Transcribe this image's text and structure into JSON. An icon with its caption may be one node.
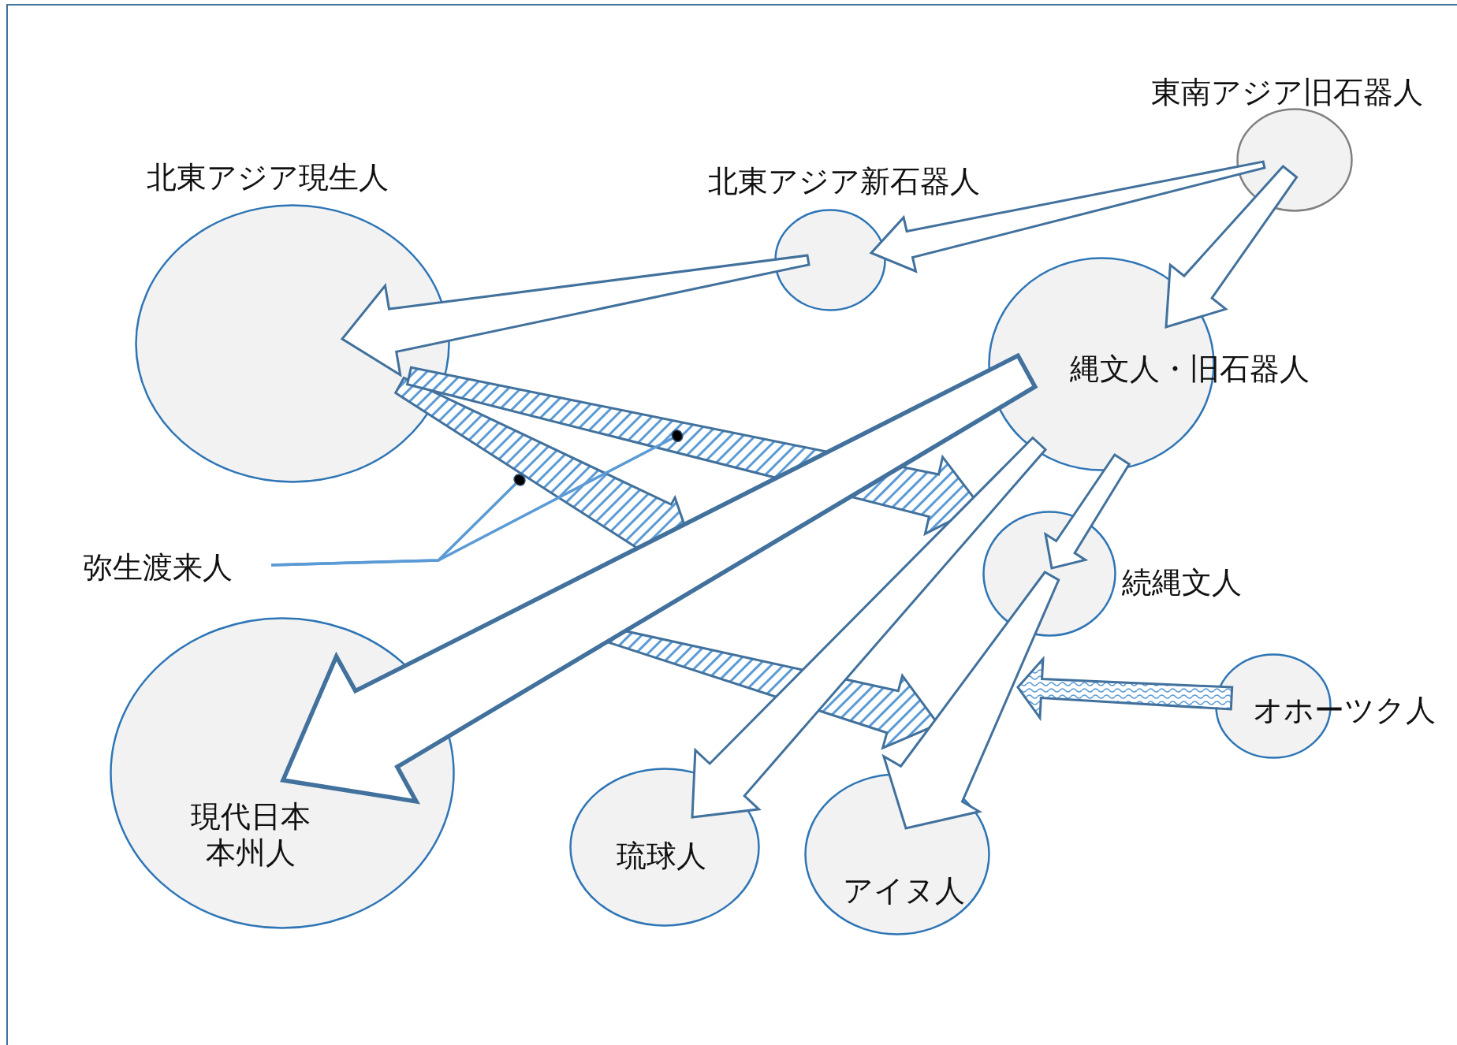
{
  "diagram": {
    "nodes": [
      {
        "text": [
          "東南アジア旧石器人"
        ]
      },
      {
        "text": [
          "北東アジア新石器人"
        ]
      },
      {
        "text": [
          "北東アジア現生人"
        ]
      },
      {
        "text": [
          "縄文人・旧石器人"
        ]
      },
      {
        "text": [],
        "beside": [
          "続縄文人"
        ],
        "shape": "circle"
      },
      {
        "text": [
          "オホーツク人"
        ]
      },
      {
        "text": [
          "現代日本本州人"
        ]
      },
      {
        "text": [
          "琉球人"
        ]
      },
      {
        "text": [
          "アイヌ人"
        ]
      },
      {
        "text": [
          "弥生渡来人"
        ]
      }
    ],
    "edges": [
      {
        "from": 0,
        "to": 1,
        "arrow": "to"
      },
      {
        "from": 1,
        "to": 2,
        "arrow": "to"
      },
      {
        "from": 0,
        "to": 3,
        "arrow": "to"
      },
      {
        "from": 3,
        "to": 6,
        "arrow": "to",
        "style": "thick"
      },
      {
        "from": 3,
        "to": 7,
        "arrow": "to"
      },
      {
        "from": 3,
        "to": 4,
        "arrow": "to"
      },
      {
        "from": 4,
        "to": 8,
        "arrow": "to"
      },
      {
        "from": 5,
        "to": null,
        "arrow": "to",
        "color": "#5b9bd5"
      },
      {
        "from": 2,
        "to": null,
        "arrow": "to",
        "color": "#5b9bd5"
      },
      {
        "from": 2,
        "to": 3,
        "arrow": "to",
        "color": "#5b9bd5"
      },
      {
        "from": null,
        "to": 8,
        "arrow": "to",
        "color": "#5b9bd5"
      },
      {
        "from": 9,
        "to": null,
        "arrow": "other",
        "color": "#5b9bd5"
      },
      {
        "from": 9,
        "to": null,
        "arrow": "other",
        "color": "#5b9bd5"
      }
    ]
  }
}
